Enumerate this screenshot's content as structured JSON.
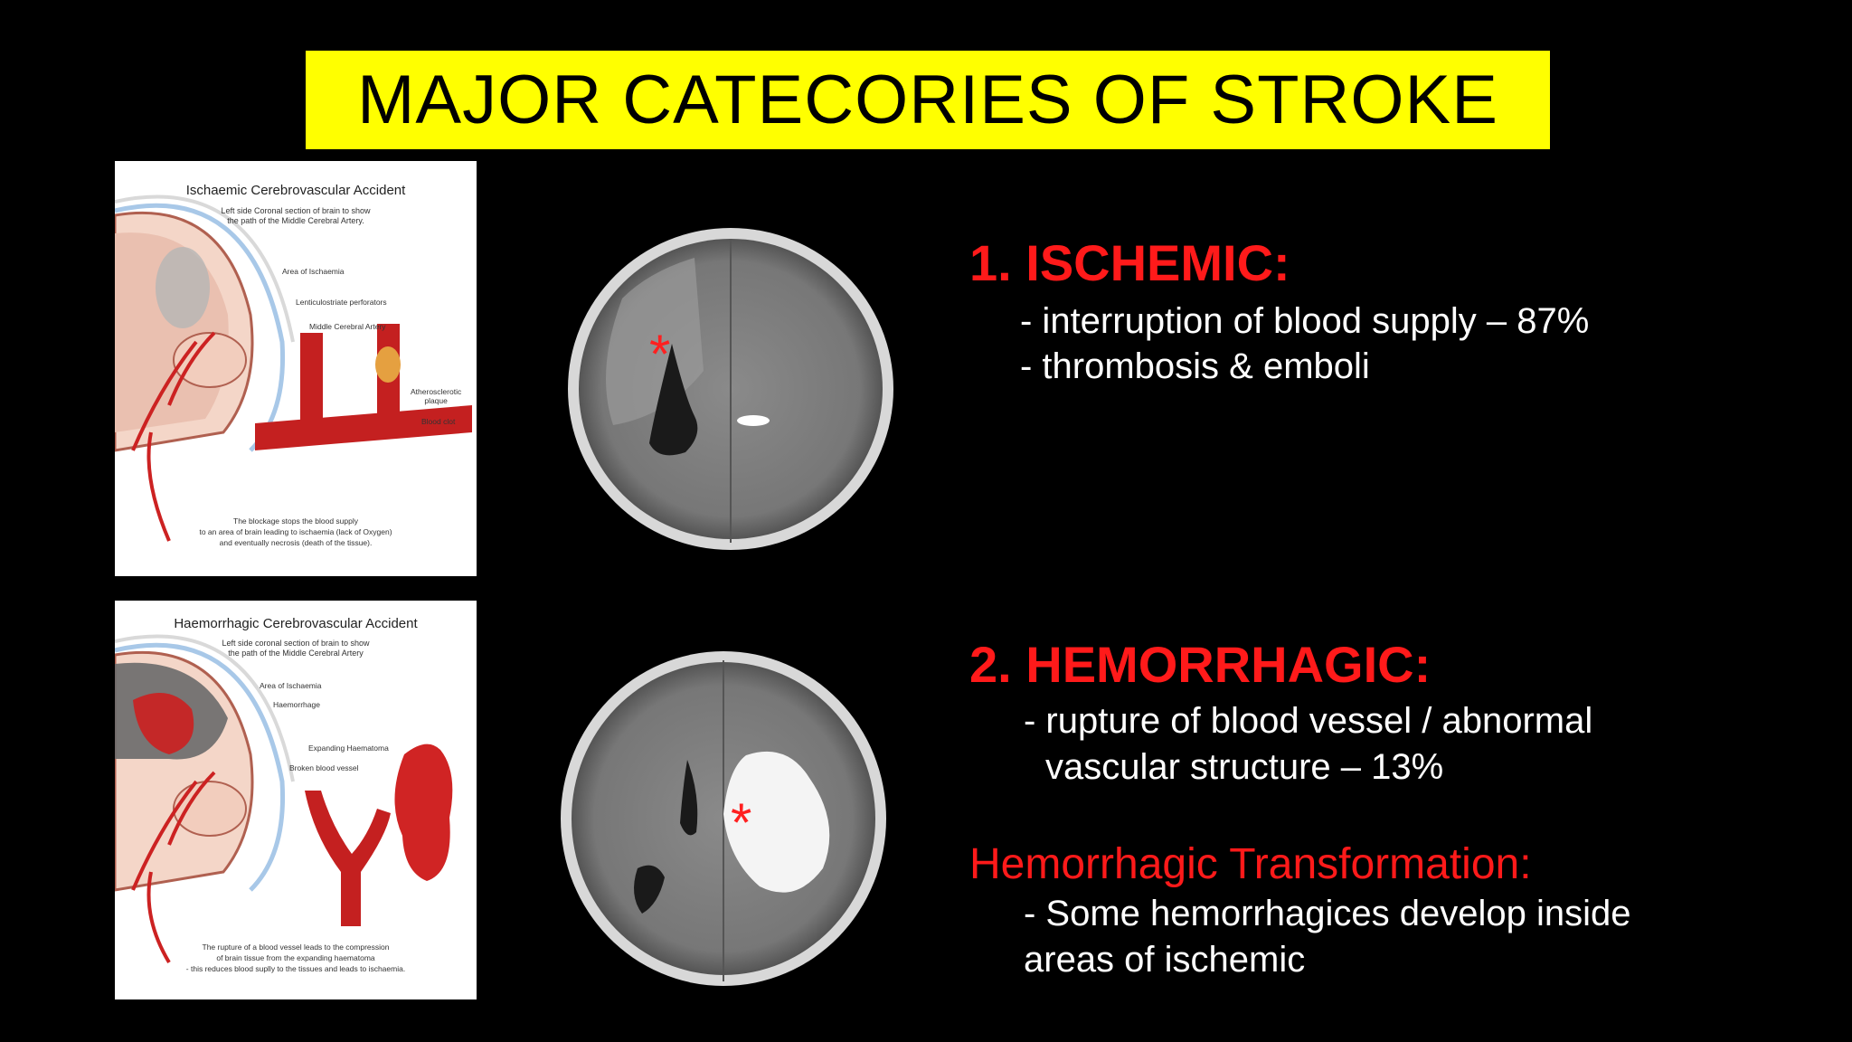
{
  "title": "MAJOR CATECORIES OF STROKE",
  "ischemic": {
    "heading": "1.  ISCHEMIC:",
    "bullets": [
      "- interruption of blood supply – 87%",
      "- thrombosis & emboli"
    ]
  },
  "hemorrhagic": {
    "heading": "2.  HEMORRHAGIC:",
    "bullet_line1": "- rupture of blood vessel / abnormal",
    "bullet_line2": "vascular structure – 13%"
  },
  "transformation": {
    "heading": "Hemorrhagic Transformation:",
    "line1": "- Some hemorrhagices develop inside",
    "line2": "areas of ischemic"
  },
  "illustration_1": {
    "title": "Ischaemic Cerebrovascular Accident",
    "subtitle_1": "Left side Coronal section of brain to show",
    "subtitle_2": "the path of the Middle Cerebral Artery.",
    "label_ischaemia": "Area of Ischaemia",
    "label_lenticulo": "Lenticulostriate perforators",
    "label_mca": "Middle Cerebral Artery",
    "label_athero_1": "Atherosclerotic",
    "label_athero_2": "plaque",
    "label_clot": "Blood clot",
    "caption_1": "The blockage stops the blood supply",
    "caption_2": "to an area of brain leading to ischaemia (lack of Oxygen)",
    "caption_3": "and eventually necrosis (death of the tissue)."
  },
  "illustration_2": {
    "title": "Haemorrhagic Cerebrovascular Accident",
    "subtitle_1": "Left side coronal section of brain to show",
    "subtitle_2": "the path of the Middle Cerebral Artery",
    "label_ischaemia": "Area of Ischaemia",
    "label_haemorrhage": "Haemorrhage",
    "label_haematoma": "Expanding Haematoma",
    "label_broken": "Broken blood vessel",
    "caption_1": "The rupture of a blood vessel leads to the compression",
    "caption_2": "of brain tissue from the expanding haematoma",
    "caption_3": "- this reduces blood suplly to the tissues and leads to ischaemia."
  },
  "ct_marker": "*",
  "colors": {
    "title_bg": "#ffff00",
    "heading": "#ff1a1a",
    "text": "#ffffff",
    "background": "#000000"
  }
}
